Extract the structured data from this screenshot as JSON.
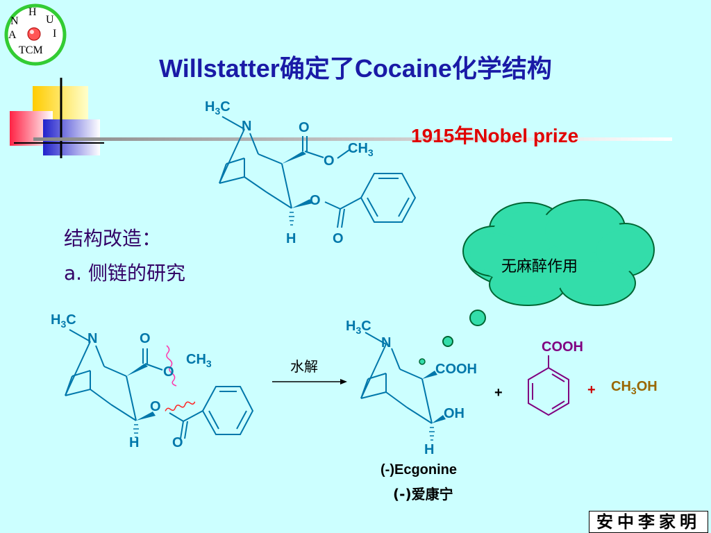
{
  "logo": {
    "letters": [
      "H",
      "U",
      "I",
      "N",
      "A"
    ],
    "bottom": "TCM"
  },
  "title": "Willstatter确定了Cocaine化学结构",
  "prize": "1915年Nobel prize",
  "section": {
    "heading": "结构改造：",
    "item": "a.  侧链的研究"
  },
  "thought": "无麻醉作用",
  "arrow_label": "水解",
  "product": {
    "name_en": "(-)Ecgonine",
    "name_cn": "(-)爱康宁"
  },
  "byproduct2": "CH3OH",
  "stamp": "安中李家明",
  "atoms": {
    "nme": "H3C",
    "n": "N",
    "o": "O",
    "ch3": "CH3",
    "h": "H",
    "cooh": "COOH",
    "oh": "OH",
    "plus": "+"
  },
  "colors": {
    "background": "#ccffff",
    "title": "#1a1aa6",
    "prize": "#e00000",
    "bonds": "#0077aa",
    "benzoic": "#800080",
    "methanol": "#996600"
  }
}
